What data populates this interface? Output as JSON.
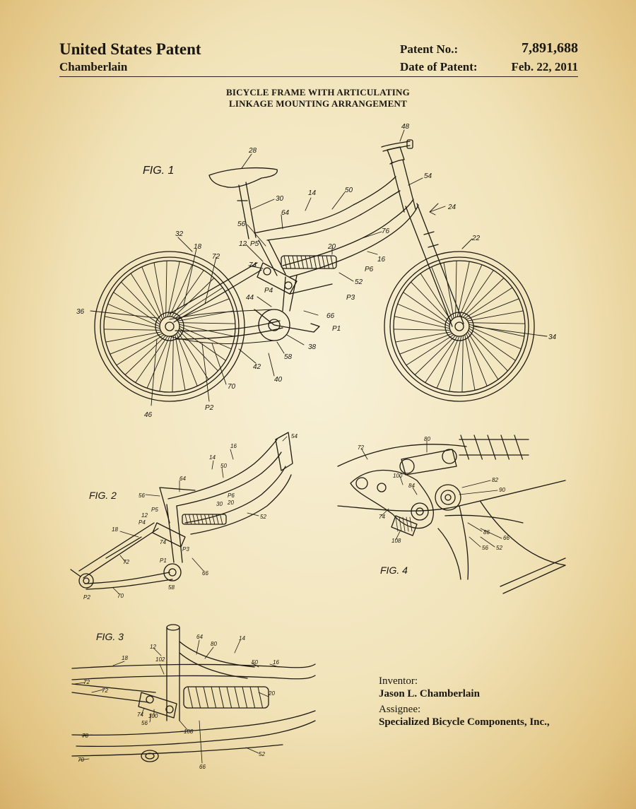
{
  "header": {
    "title": "United States Patent",
    "inventor_surname": "Chamberlain",
    "patent_no_label": "Patent No.:",
    "patent_no": "7,891,688",
    "date_label": "Date of Patent:",
    "date": "Feb. 22, 2011"
  },
  "document_title_line1": "BICYCLE FRAME WITH ARTICULATING",
  "document_title_line2": "LINKAGE MOUNTING ARRANGEMENT",
  "figures": {
    "fig1": {
      "label": "FIG. 1",
      "refs": {
        "r48": "48",
        "r28": "28",
        "r54": "54",
        "r24": "24",
        "r14": "14",
        "r50": "50",
        "r30": "30",
        "r64": "64",
        "r22": "22",
        "r32": "32",
        "r56": "56",
        "r76": "76",
        "r12": "12",
        "r20": "20",
        "r16": "16",
        "r18": "18",
        "r72": "72",
        "r74": "74",
        "r52": "52",
        "r44": "44",
        "r66": "66",
        "r36": "36",
        "r34": "34",
        "r38": "38",
        "r58": "58",
        "r42": "42",
        "r40": "40",
        "r70": "70",
        "r46": "46",
        "p1": "P1",
        "p2": "P2",
        "p3": "P3",
        "p4": "P4",
        "p5": "P5",
        "p6": "P6"
      }
    },
    "fig2": {
      "label": "FIG. 2",
      "refs": {
        "r54": "54",
        "r16": "16",
        "r14": "14",
        "r50": "50",
        "r56": "56",
        "r64": "64",
        "r30": "30",
        "r20": "20",
        "r12": "12",
        "r52": "52",
        "r18": "18",
        "r74": "74",
        "r72": "72",
        "r66": "66",
        "r58": "58",
        "r70": "70",
        "p1": "P1",
        "p2": "P2",
        "p3": "P3",
        "p4": "P4",
        "p5": "P5",
        "p6": "P6"
      }
    },
    "fig3": {
      "label": "FIG. 3",
      "refs": {
        "r14": "14",
        "r12": "12",
        "r64": "64",
        "r80": "80",
        "r18": "18",
        "r102": "102",
        "r50": "50",
        "r16": "16",
        "r72a": "72",
        "r72b": "72",
        "r20": "20",
        "r74": "74",
        "r100": "100",
        "r56": "56",
        "r108": "108",
        "r70a": "70",
        "r70b": "70",
        "r52": "52",
        "r66": "66"
      }
    },
    "fig4": {
      "label": "FIG. 4",
      "refs": {
        "r72": "72",
        "r80": "80",
        "r100": "100",
        "r84": "84",
        "r82": "82",
        "r90": "90",
        "r74": "74",
        "r86": "86",
        "r66": "66",
        "r108": "108",
        "r56": "56",
        "r52": "52"
      }
    }
  },
  "credits": {
    "inventor_label": "Inventor:",
    "inventor_name": "Jason L. Chamberlain",
    "assignee_label": "Assignee:",
    "assignee_name": "Specialized Bicycle Components, Inc.,"
  }
}
